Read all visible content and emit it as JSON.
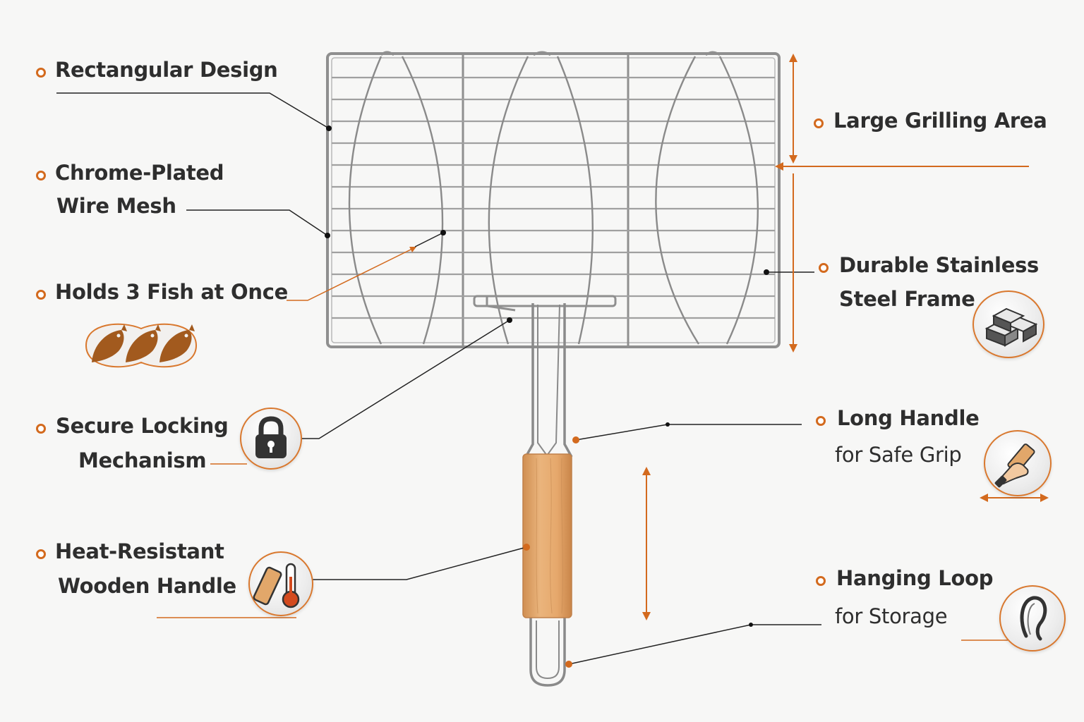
{
  "features": {
    "rectangular": {
      "label": "Rectangular Design"
    },
    "chrome": {
      "line1": "Chrome-Plated",
      "line2": "Wire Mesh"
    },
    "fish": {
      "label": "Holds 3 Fish at Once",
      "icon": "fish-icon"
    },
    "lock": {
      "line1": "Secure Locking",
      "line2": "Mechanism",
      "icon": "padlock-icon"
    },
    "wooden": {
      "line1": "Heat-Resistant",
      "line2": "Wooden Handle",
      "icon": "thermometer-icon"
    },
    "area": {
      "label": "Large Grilling Area"
    },
    "steel": {
      "line1": "Durable Stainless",
      "line2": "Steel Frame",
      "icon": "steel-bars-icon"
    },
    "long": {
      "line1": "Long Handle",
      "line2": "for Safe Grip",
      "icon": "hand-grip-icon"
    },
    "loop": {
      "line1": "Hanging Loop",
      "line2": "for Storage",
      "icon": "hanging-loop-icon"
    }
  },
  "colors": {
    "accent": "#d36a1e",
    "wire": "#9a9a9a",
    "wood": "#e2a76a",
    "text": "#2e2e2e"
  }
}
